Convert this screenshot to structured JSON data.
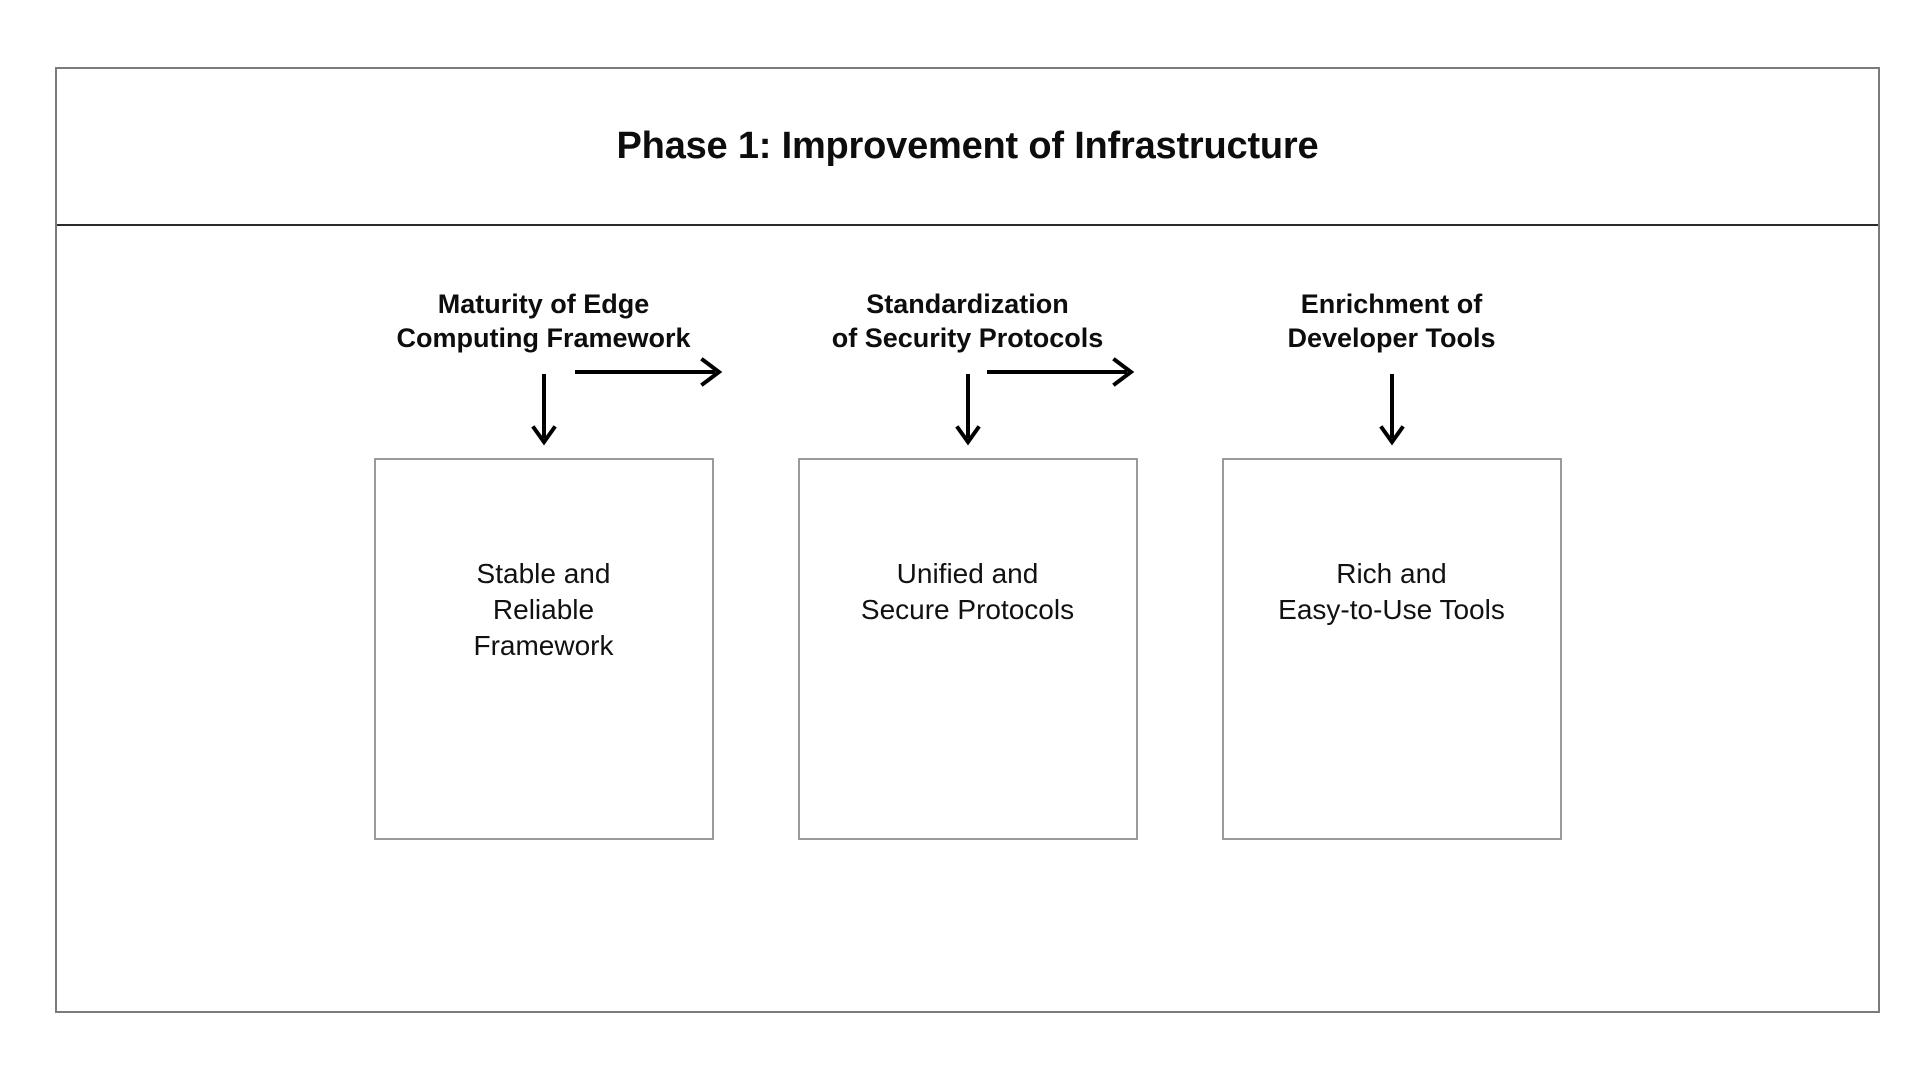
{
  "diagram": {
    "title": "Phase 1: Improvement of Infrastructure",
    "columns": [
      {
        "header": "Maturity of Edge\nComputing Framework",
        "outcome": "Stable and\nReliable\nFramework"
      },
      {
        "header": "Standardization\nof Security Protocols",
        "outcome": "Unified and\nSecure Protocols"
      },
      {
        "header": "Enrichment of\nDeveloper Tools",
        "outcome": "Rich and\nEasy-to-Use Tools"
      }
    ],
    "connectors": {
      "horizontal": [
        {
          "from": "Maturity of Edge Computing Framework",
          "to": "Standardization of Security Protocols",
          "icon": "arrow-right-icon"
        },
        {
          "from": "Standardization of Security Protocols",
          "to": "Enrichment of Developer Tools",
          "icon": "arrow-right-icon"
        }
      ],
      "vertical": [
        {
          "from": "Maturity of Edge Computing Framework",
          "to": "Stable and Reliable Framework",
          "icon": "arrow-down-icon"
        },
        {
          "from": "Standardization of Security Protocols",
          "to": "Unified and Secure Protocols",
          "icon": "arrow-down-icon"
        },
        {
          "from": "Enrichment of Developer Tools",
          "to": "Rich and Easy-to-Use Tools",
          "icon": "arrow-down-icon"
        }
      ]
    },
    "colors": {
      "background": "#ffffff",
      "frame_border": "#7b7b7b",
      "title_divider": "#2b2b2b",
      "box_border": "#9a9a9a",
      "text": "#111111",
      "arrow": "#000000"
    }
  }
}
